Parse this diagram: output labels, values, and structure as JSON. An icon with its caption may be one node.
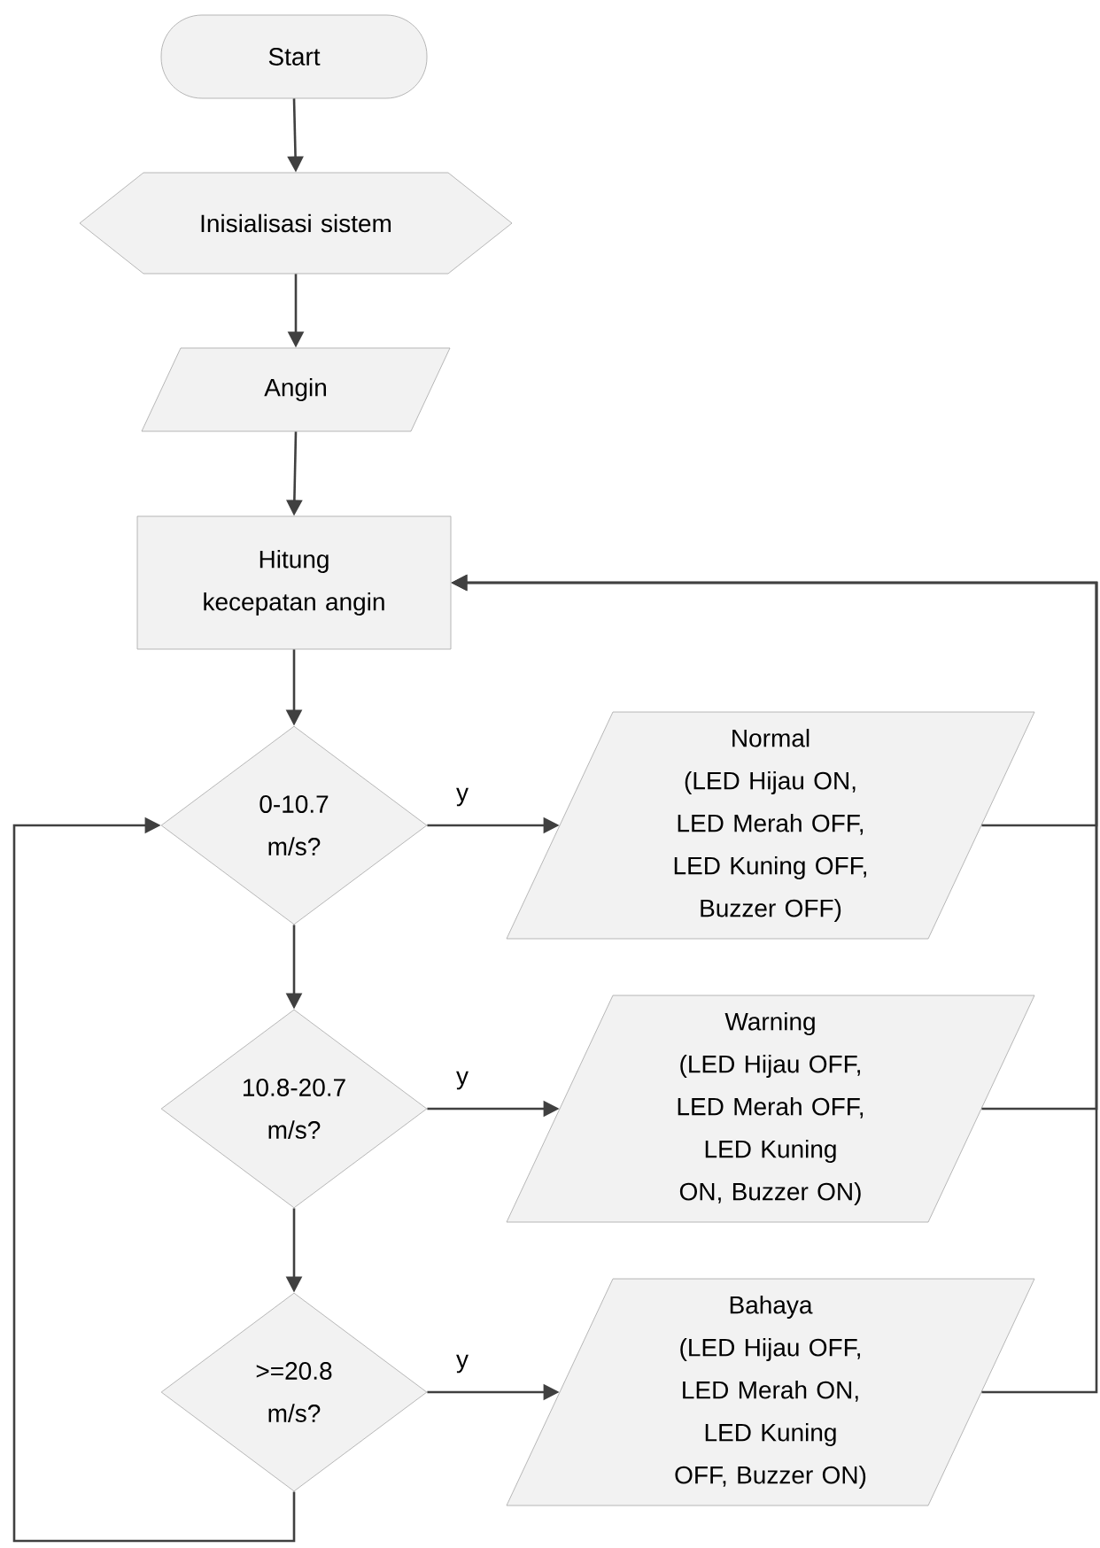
{
  "diagram": {
    "nodes": [
      {
        "text": [
          "Start"
        ]
      },
      {
        "text": [
          "Inisialisasi sistem"
        ]
      },
      {
        "text": [
          "Angin"
        ]
      },
      {
        "text": [
          "Hitung kecepatan angin"
        ]
      },
      {
        "text": [
          "0-10.7 m/s?"
        ]
      },
      {
        "text": [
          "Normal",
          "(LED Hijau ON, LED Merah OFF, LED Kuning OFF, Buzzer OFF)"
        ]
      },
      {
        "text": [
          "10.8-20.7 m/s?"
        ]
      },
      {
        "text": [
          "Warning",
          "(LED Hijau OFF, LED Merah OFF, LED Kuning ON, Buzzer ON)"
        ]
      },
      {
        "text": [
          ">=20.8 m/s?"
        ]
      },
      {
        "text": [
          "Bahaya",
          "(LED Hijau OFF, LED Merah ON, LED Kuning OFF, Buzzer ON)"
        ]
      }
    ],
    "edges": [
      {
        "from": 0,
        "to": 1,
        "arrow": "to"
      },
      {
        "from": 1,
        "to": 2,
        "arrow": "to"
      },
      {
        "from": 2,
        "to": 3,
        "arrow": "to"
      },
      {
        "from": 3,
        "to": 4,
        "arrow": "to"
      },
      {
        "from": 4,
        "to": 5,
        "arrow": "to",
        "label": "y"
      },
      {
        "from": 4,
        "to": 6,
        "arrow": "to"
      },
      {
        "from": 5,
        "to": 3,
        "arrow": "to"
      },
      {
        "from": 6,
        "to": 7,
        "arrow": "to",
        "label": "y"
      },
      {
        "from": 6,
        "to": 8,
        "arrow": "to"
      },
      {
        "from": 7,
        "to": 3,
        "arrow": "to"
      },
      {
        "from": 8,
        "to": 9,
        "arrow": "to",
        "label": "y"
      },
      {
        "from": 9,
        "to": 3,
        "arrow": "to"
      },
      {
        "from": 8,
        "to": 4,
        "arrow": "to"
      }
    ]
  }
}
